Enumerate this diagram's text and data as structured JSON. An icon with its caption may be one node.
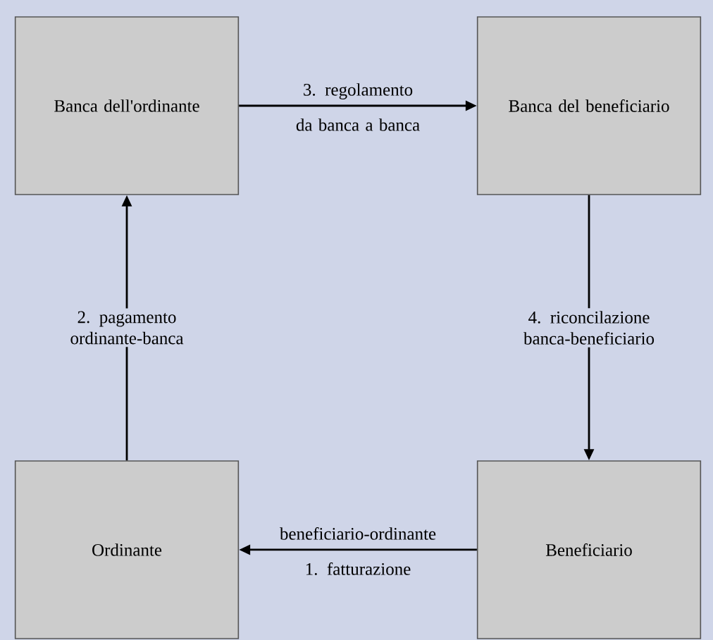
{
  "diagram": {
    "nodes": [
      {
        "text": [
          "Banca dell'ordinante"
        ]
      },
      {
        "text": [
          "Banca del beneficiario"
        ]
      },
      {
        "text": [
          "Ordinante"
        ]
      },
      {
        "text": [
          "Beneficiario"
        ]
      }
    ],
    "edges": [
      {
        "from": 3,
        "to": 2,
        "arrow": "to",
        "label": "beneficiario-ordinante 1. fatturazione"
      },
      {
        "from": 2,
        "to": 0,
        "arrow": "to",
        "label": "2. pagamento ordinante-banca"
      },
      {
        "from": 0,
        "to": 1,
        "arrow": "to",
        "label": "3. regolamento da banca a banca"
      },
      {
        "from": 1,
        "to": 3,
        "arrow": "to",
        "label": "4. riconcilazione banca-beneficiario"
      }
    ]
  }
}
